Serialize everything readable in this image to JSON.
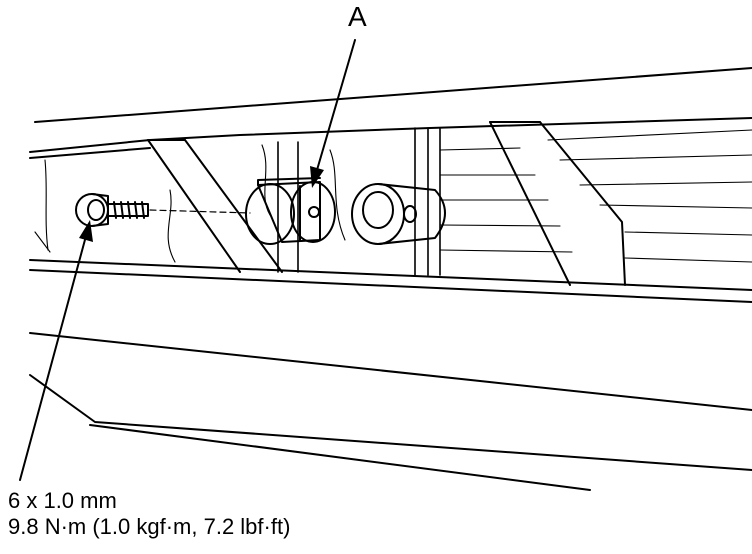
{
  "callouts": {
    "part_a": "A"
  },
  "bolt_spec": {
    "size": "6 x 1.0 mm",
    "torque": "9.8 N·m (1.0 kgf·m, 7.2 lbf·ft)"
  },
  "colors": {
    "line": "#000000",
    "background": "#ffffff"
  }
}
